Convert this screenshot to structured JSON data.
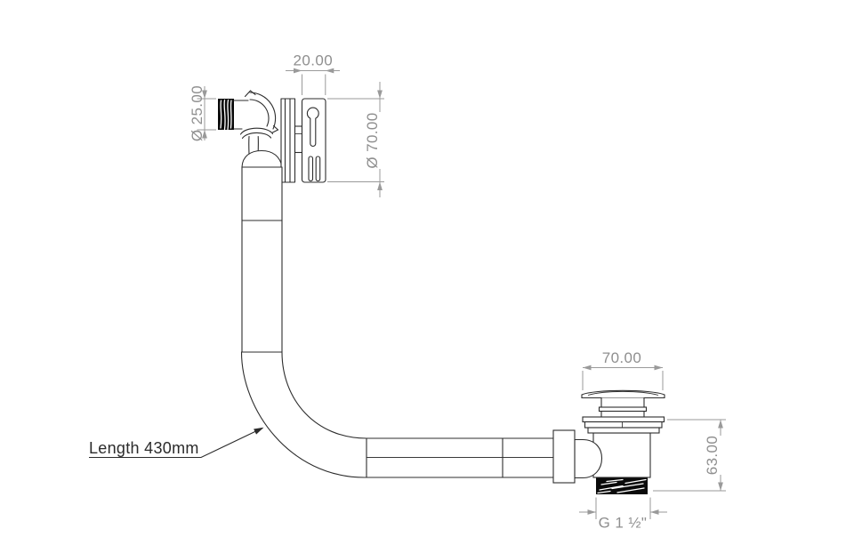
{
  "title": "Bath overflow filler with pop-up waste - dimensioned technical drawing",
  "colors": {
    "background": "#ffffff",
    "part_line": "#2d2d2d",
    "dimension_line": "#9a9a9a",
    "dimension_text": "#8f8f8f",
    "label_text": "#2b2b2b",
    "thread_fill": "#0a0a0a"
  },
  "dimensions": {
    "overflow_face_width": "20.00",
    "inlet_diameter": "Ø 25.00",
    "overflow_face_diameter": "Ø 70.00",
    "waste_cap_diameter": "70.00",
    "waste_height": "63.00",
    "waste_thread": "G 1 ½\"",
    "pipe_length_label": "Length 430mm"
  }
}
